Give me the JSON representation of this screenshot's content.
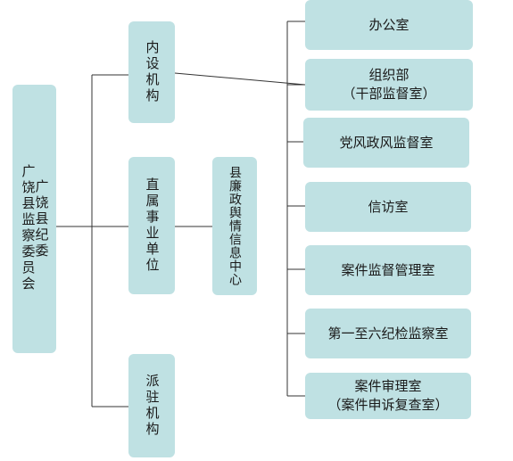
{
  "colors": {
    "box_fill": "#bfe1e3",
    "line": "#333333",
    "text": "#1a1a1a"
  },
  "root": {
    "col1": "广饶县纪委",
    "col2": "广饶县监察委员会"
  },
  "branches": {
    "internal": "内设机构",
    "affiliated": "直属事业单位",
    "dispatched": "派驻机构"
  },
  "sub_unit": "县廉政舆情信息中心",
  "departments": [
    {
      "line1": "办公室",
      "line2": ""
    },
    {
      "line1": "组织部",
      "line2": "（干部监督室）"
    },
    {
      "line1": "党风政风监督室",
      "line2": ""
    },
    {
      "line1": "信访室",
      "line2": ""
    },
    {
      "line1": "案件监督管理室",
      "line2": ""
    },
    {
      "line1": "第一至六纪检监察室",
      "line2": ""
    },
    {
      "line1": "案件审理室",
      "line2": "（案件申诉复查室）"
    }
  ]
}
